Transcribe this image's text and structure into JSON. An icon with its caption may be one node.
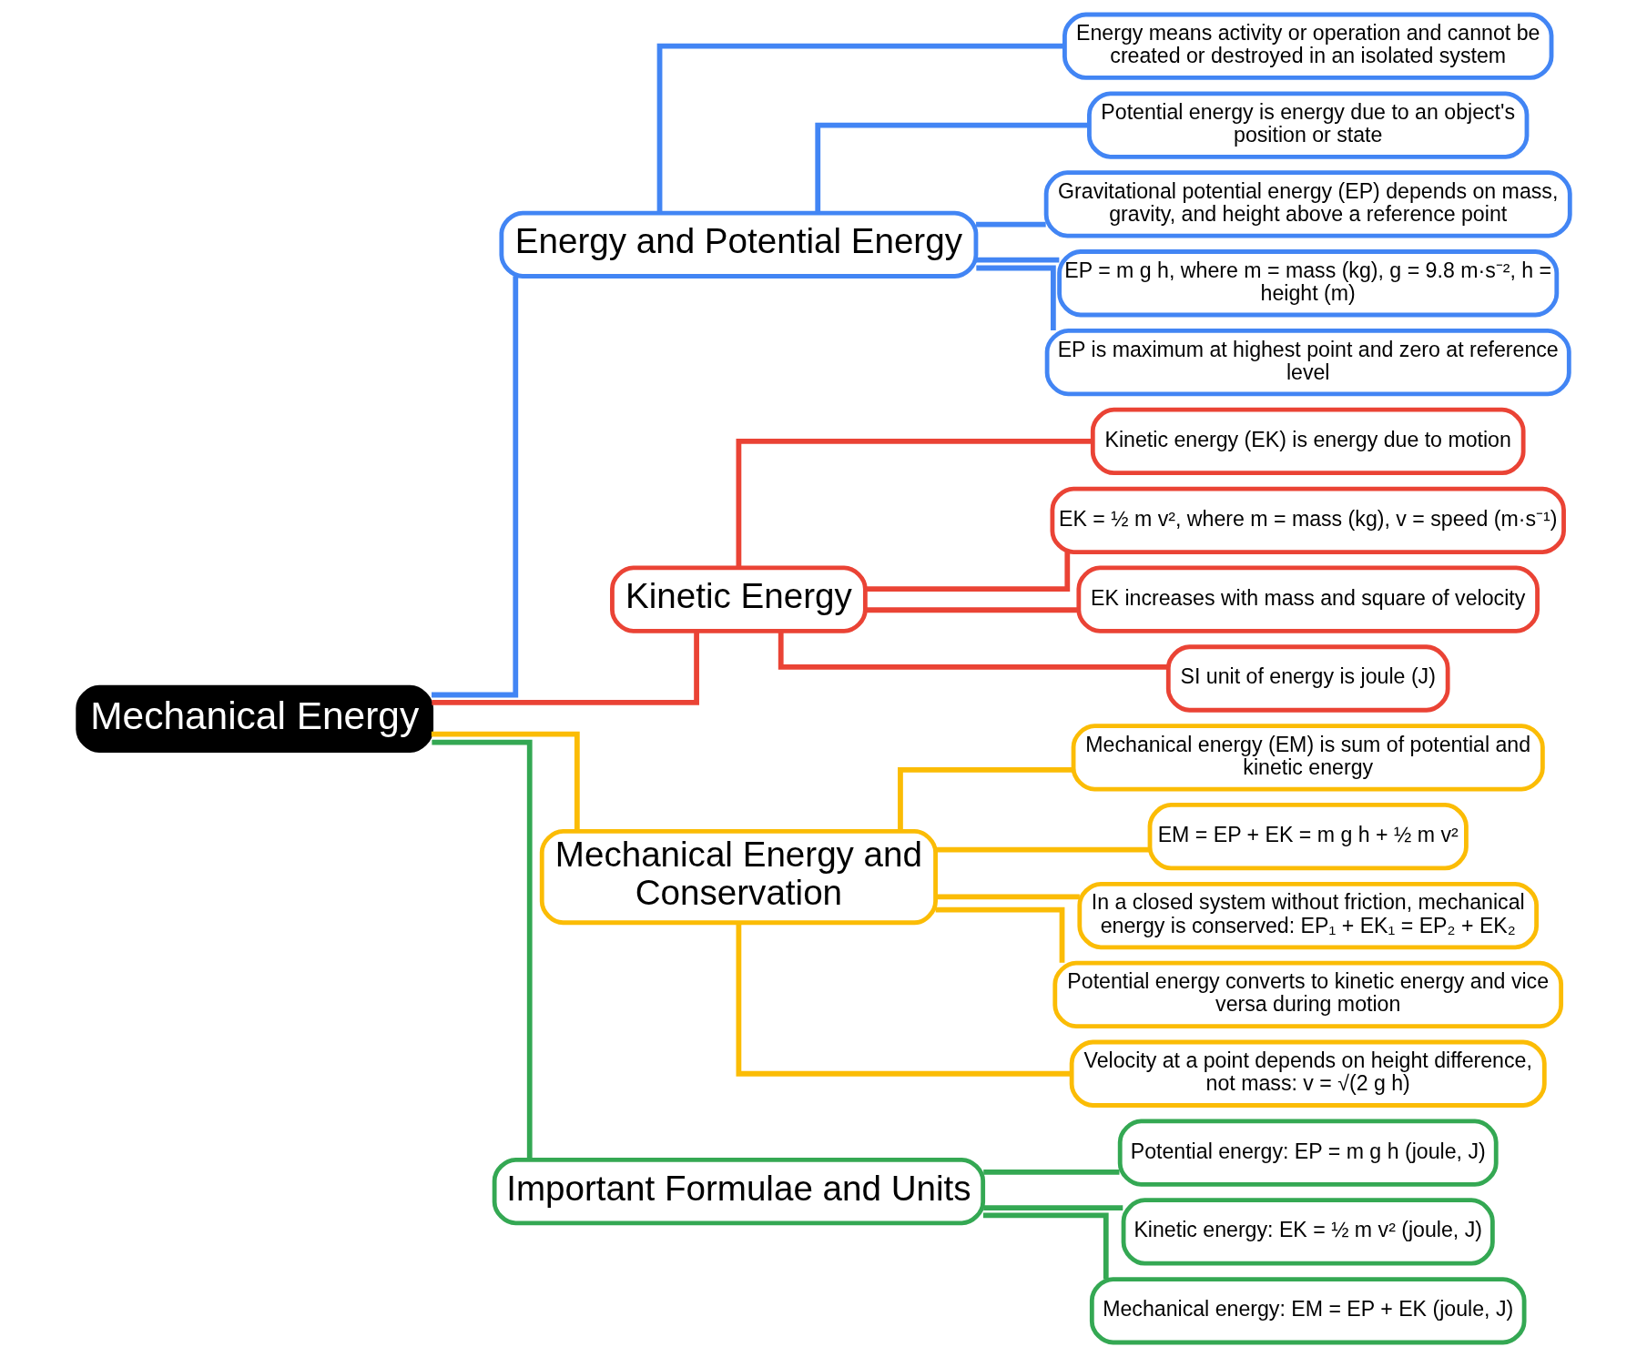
{
  "diagram": {
    "nodes": [
      {
        "text": [
          "Mechanical Energy"
        ]
      },
      {
        "text": [
          "Energy and Potential Energy"
        ]
      },
      {
        "text": [
          "Energy means activity or operation and cannot be created or destroyed in an isolated system"
        ]
      },
      {
        "text": [
          "Potential energy is energy due to an object's position or state"
        ]
      },
      {
        "text": [
          "Gravitational potential energy (EP) depends on mass, gravity, and height above a reference point"
        ]
      },
      {
        "text": [
          "EP = m g h, where m = mass (kg), g = 9.8 m·s⁻², h = height (m)"
        ]
      },
      {
        "text": [
          "EP is maximum at highest point and zero at reference level"
        ]
      },
      {
        "text": [
          "Kinetic Energy"
        ]
      },
      {
        "text": [
          "Kinetic energy (EK) is energy due to motion"
        ]
      },
      {
        "text": [
          "EK = ½ m v², where m = mass (kg), v = speed (m·s⁻¹)"
        ]
      },
      {
        "text": [
          "EK increases with mass and square of velocity"
        ]
      },
      {
        "text": [
          "SI unit of energy is joule (J)"
        ]
      },
      {
        "text": [
          "Mechanical Energy and Conservation"
        ]
      },
      {
        "text": [
          "Mechanical energy (EM) is sum of potential and kinetic energy"
        ]
      },
      {
        "text": [
          "EM = EP + EK = m g h + ½ m v²"
        ]
      },
      {
        "text": [
          "In a closed system without friction, mechanical energy is conserved: EP₁ + EK₁ = EP₂ + EK₂"
        ]
      },
      {
        "text": [
          "Potential energy converts to kinetic energy and vice versa during motion"
        ]
      },
      {
        "text": [
          "Velocity at a point depends on height difference, not mass: v = √(2 g h)"
        ]
      },
      {
        "text": [
          "Important Formulae and Units"
        ]
      },
      {
        "text": [
          "Potential energy: EP = m g h (joule, J)"
        ]
      },
      {
        "text": [
          "Kinetic energy: EK = ½ m v² (joule, J)"
        ]
      },
      {
        "text": [
          "Mechanical energy: EM = EP + EK (joule, J)"
        ]
      }
    ],
    "edges": [
      {
        "from": 0,
        "to": 1,
        "arrow": "none",
        "color": "#4285f4"
      },
      {
        "from": 1,
        "to": 2,
        "arrow": "none",
        "color": "#4285f4"
      },
      {
        "from": 1,
        "to": 3,
        "arrow": "none",
        "color": "#4285f4"
      },
      {
        "from": 1,
        "to": 4,
        "arrow": "none",
        "color": "#4285f4"
      },
      {
        "from": 1,
        "to": 5,
        "arrow": "none",
        "color": "#4285f4"
      },
      {
        "from": 1,
        "to": 6,
        "arrow": "none",
        "color": "#4285f4"
      },
      {
        "from": 0,
        "to": 7,
        "arrow": "none",
        "color": "#ea4335"
      },
      {
        "from": 7,
        "to": 8,
        "arrow": "none",
        "color": "#ea4335"
      },
      {
        "from": 7,
        "to": 9,
        "arrow": "none",
        "color": "#ea4335"
      },
      {
        "from": 7,
        "to": 10,
        "arrow": "none",
        "color": "#ea4335"
      },
      {
        "from": 7,
        "to": 11,
        "arrow": "none",
        "color": "#ea4335"
      },
      {
        "from": 0,
        "to": 12,
        "arrow": "none",
        "color": "#fbbc05"
      },
      {
        "from": 12,
        "to": 13,
        "arrow": "none",
        "color": "#fbbc05"
      },
      {
        "from": 12,
        "to": 14,
        "arrow": "none",
        "color": "#fbbc05"
      },
      {
        "from": 12,
        "to": 15,
        "arrow": "none",
        "color": "#fbbc05"
      },
      {
        "from": 12,
        "to": 16,
        "arrow": "none",
        "color": "#fbbc05"
      },
      {
        "from": 12,
        "to": 17,
        "arrow": "none",
        "color": "#fbbc05"
      },
      {
        "from": 0,
        "to": 18,
        "arrow": "none",
        "color": "#34a853"
      },
      {
        "from": 18,
        "to": 19,
        "arrow": "none",
        "color": "#34a853"
      },
      {
        "from": 18,
        "to": 20,
        "arrow": "none",
        "color": "#34a853"
      },
      {
        "from": 18,
        "to": 21,
        "arrow": "none",
        "color": "#34a853"
      }
    ]
  }
}
